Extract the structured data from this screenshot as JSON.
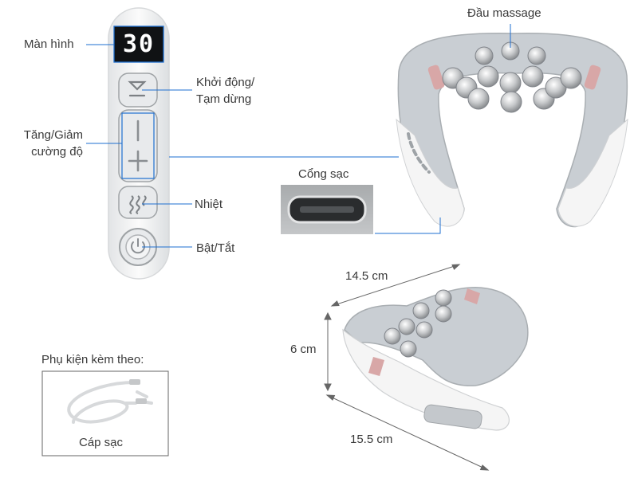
{
  "labels": {
    "display": "Màn hình",
    "start_pause_line1": "Khởi động/",
    "start_pause_line2": "Tạm dừng",
    "intensity_line1": "Tăng/Giảm",
    "intensity_line2": "cường độ",
    "heat": "Nhiệt",
    "power": "Bật/Tắt",
    "massage_head": "Đầu massage",
    "charging_port": "Cổng sạc",
    "accessories": "Phụ kiện kèm theo:",
    "charging_cable": "Cáp sạc"
  },
  "display_value": "30",
  "dimensions": {
    "width": "14.5 cm",
    "height": "6 cm",
    "length": "15.5 cm"
  },
  "colors": {
    "leader": "#1e6fd0",
    "dim_line": "#666666",
    "device_white": "#f4f4f4",
    "device_grey": "#c9ced3",
    "accent_pink": "#d8a7a7"
  }
}
